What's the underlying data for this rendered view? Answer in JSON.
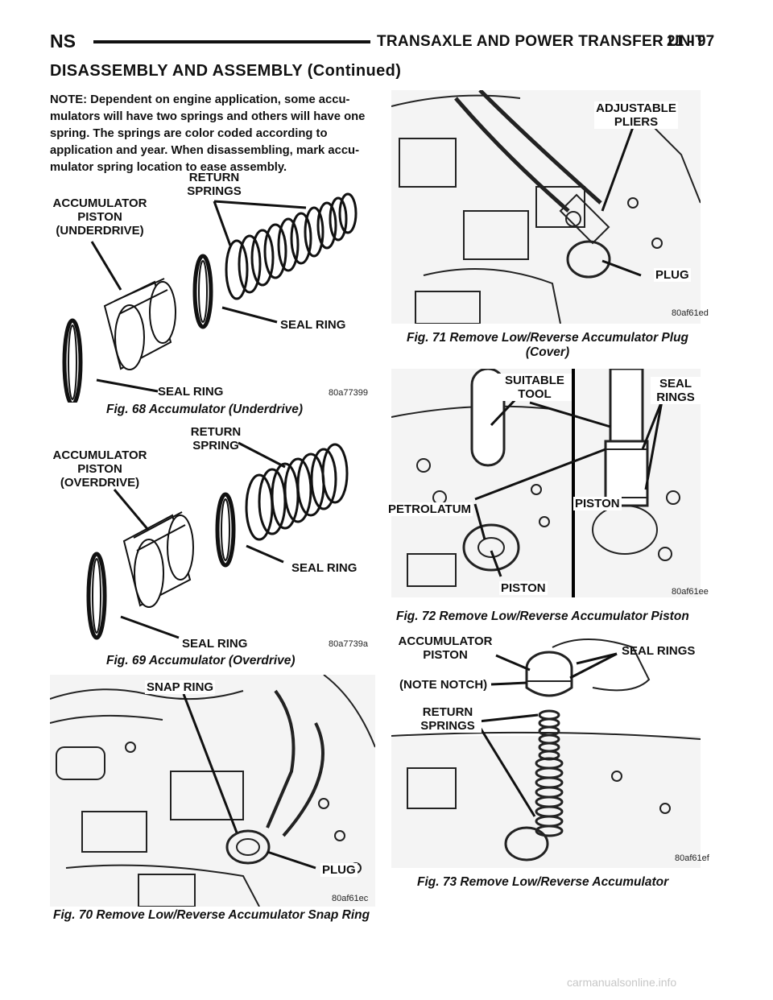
{
  "header": {
    "left": "NS",
    "right": "TRANSAXLE AND POWER TRANSFER UNIT",
    "page": "21 - 97"
  },
  "section_title": "DISASSEMBLY AND ASSEMBLY (Continued)",
  "note": "NOTE: Dependent on engine application, some accu-mulators will have two springs and others will have one spring. The springs are color coded according to application and year. When disassembling, mark accu-mulator spring location to ease assembly.",
  "figures": {
    "fig68": {
      "caption": "Fig. 68 Accumulator (Underdrive)",
      "code": "80a77399",
      "labels": {
        "piston": "ACCUMULATOR\nPISTON\n(UNDERDRIVE)",
        "springs": "RETURN\nSPRINGS",
        "seal_ring_1": "SEAL RING",
        "seal_ring_2": "SEAL RING"
      }
    },
    "fig69": {
      "caption": "Fig. 69 Accumulator (Overdrive)",
      "code": "80a7739a",
      "labels": {
        "piston": "ACCUMULATOR\nPISTON\n(OVERDRIVE)",
        "spring": "RETURN\nSPRING",
        "seal_ring_1": "SEAL RING",
        "seal_ring_2": "SEAL RING"
      }
    },
    "fig70": {
      "caption": "Fig. 70 Remove Low/Reverse Accumulator Snap Ring",
      "code": "80af61ec",
      "labels": {
        "snap_ring": "SNAP RING",
        "plug": "PLUG"
      }
    },
    "fig71": {
      "caption": "Fig. 71 Remove Low/Reverse Accumulator Plug\n(Cover)",
      "code": "80af61ed",
      "labels": {
        "pliers": "ADJUSTABLE\nPLIERS",
        "plug": "PLUG"
      }
    },
    "fig72": {
      "caption": "Fig. 72 Remove Low/Reverse Accumulator Piston",
      "code": "80af61ee",
      "labels": {
        "tool": "SUITABLE\nTOOL",
        "seal_rings": "SEAL\nRINGS",
        "petrolatum": "PETROLATUM",
        "piston_1": "PISTON",
        "piston_2": "PISTON"
      }
    },
    "fig73": {
      "caption": "Fig. 73 Remove Low/Reverse Accumulator",
      "code": "80af61ef",
      "labels": {
        "piston": "ACCUMULATOR\nPISTON",
        "seal_rings": "SEAL RINGS",
        "notch": "(NOTE NOTCH)",
        "springs": "RETURN\nSPRINGS"
      }
    }
  },
  "watermark": "carmanualsonline.info"
}
